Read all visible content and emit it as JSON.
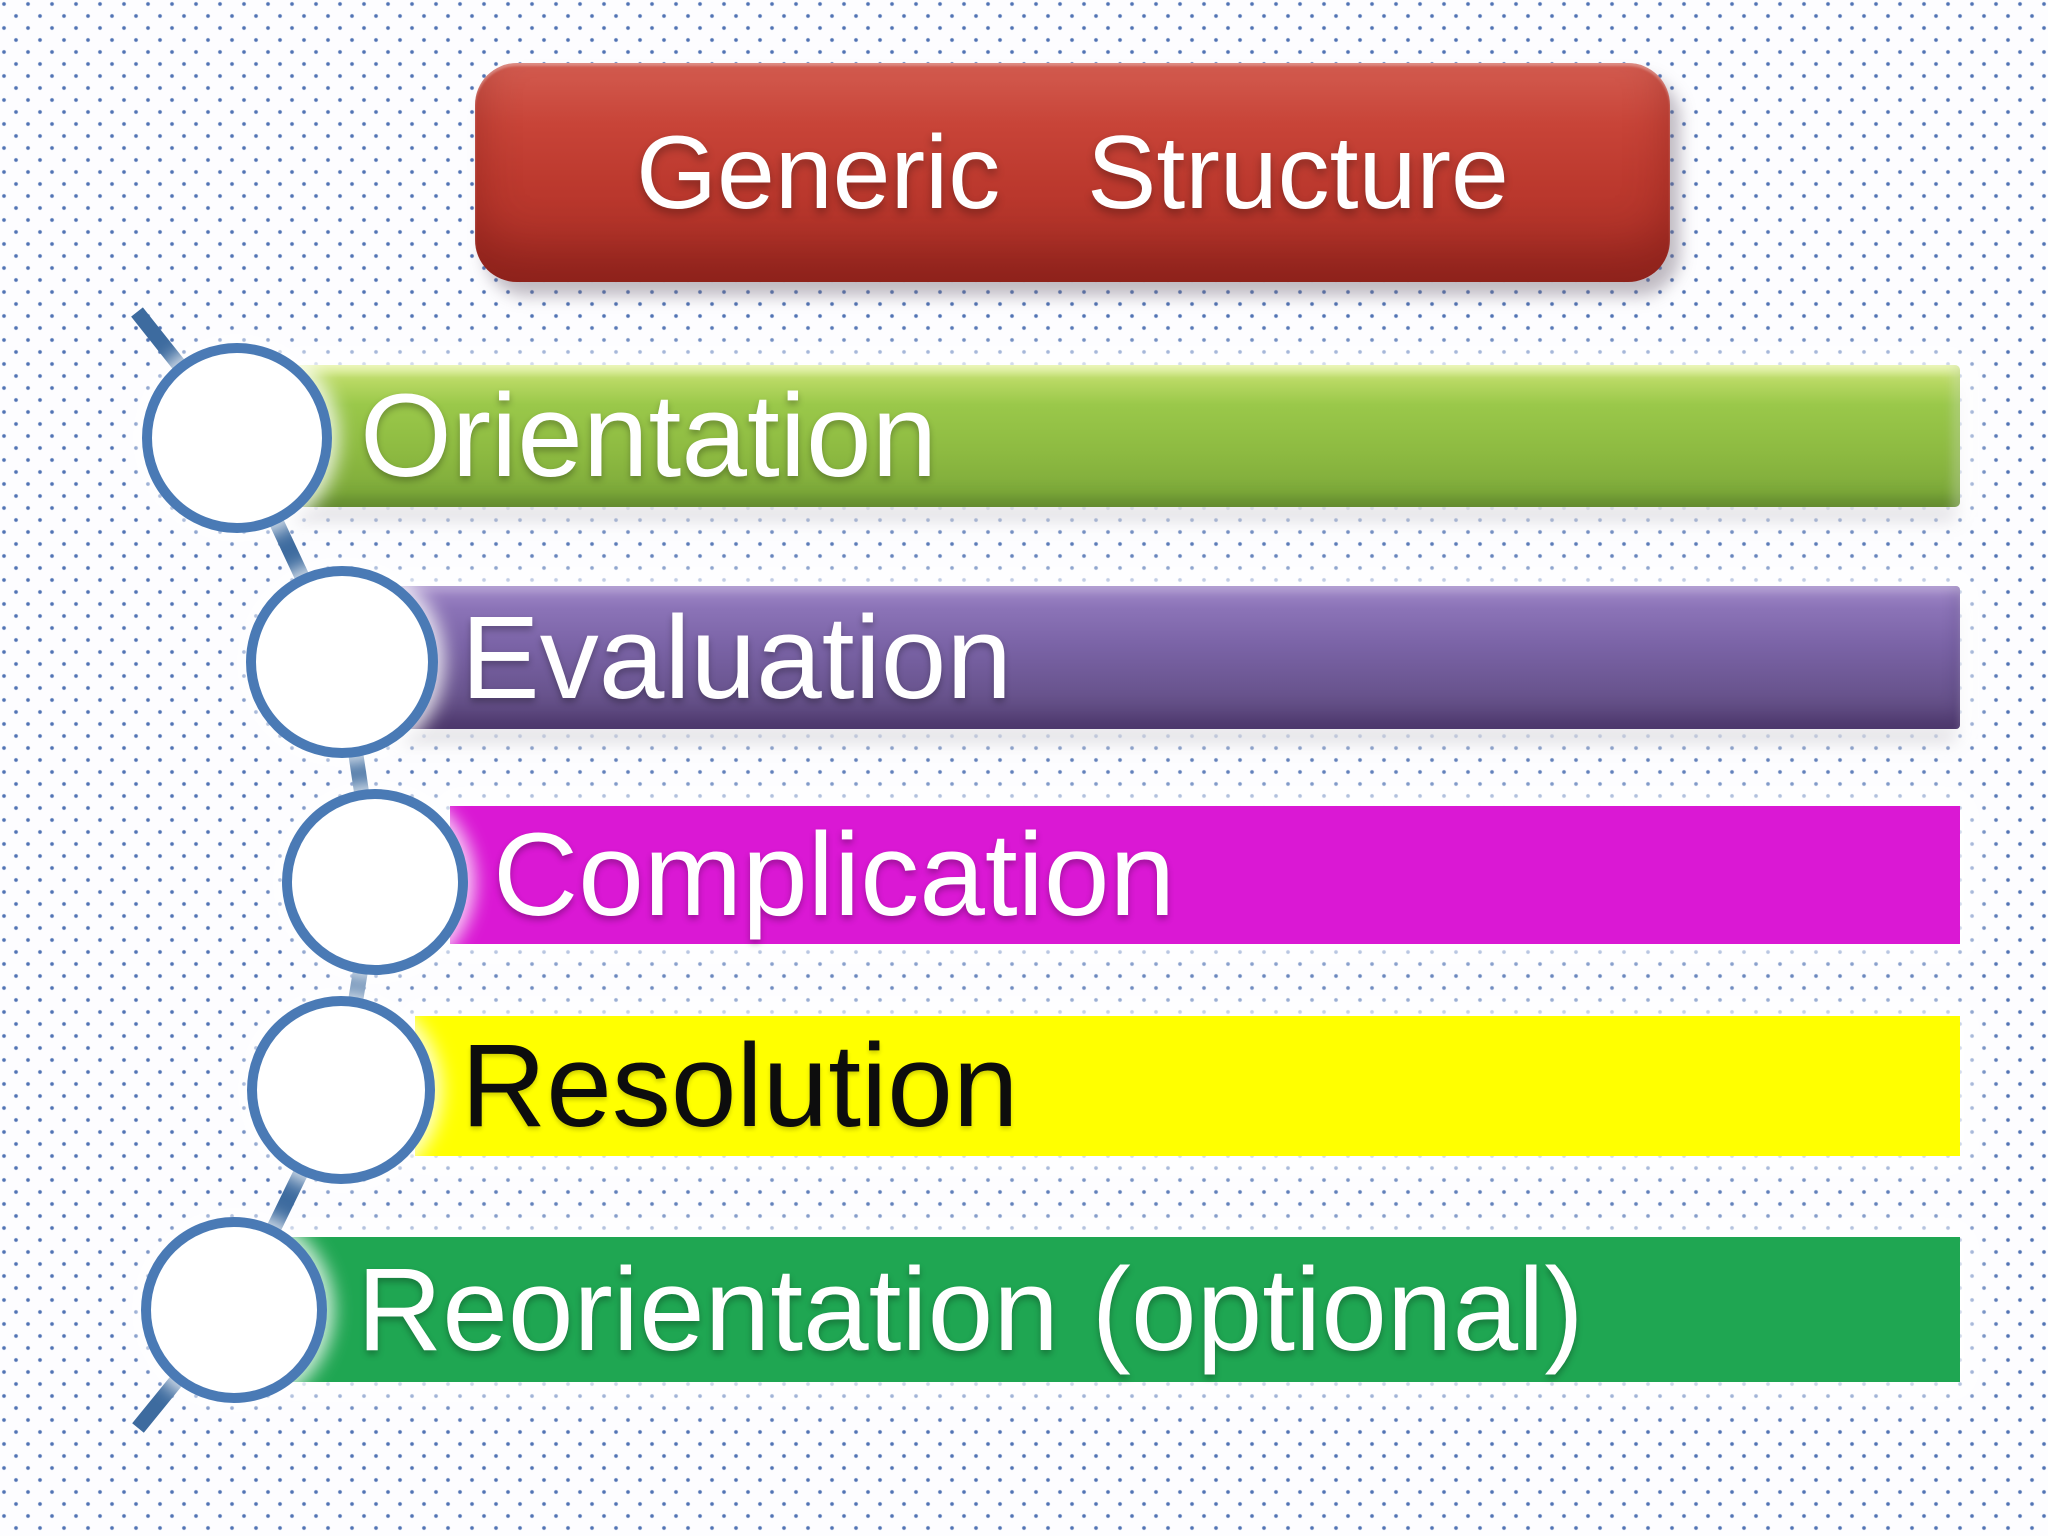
{
  "slide": {
    "title": "Generic   Structure"
  },
  "title_bar": {
    "fill": "#bc392e",
    "text_color": "#ffffff"
  },
  "steps": [
    {
      "label": "Orientation",
      "fill": "#8dba41",
      "text_color": "#ffffff"
    },
    {
      "label": "Evaluation",
      "fill": "#7a63a6",
      "text_color": "#ffffff"
    },
    {
      "label": "Complication",
      "fill": "#da18d4",
      "text_color": "#ffffff"
    },
    {
      "label": "Resolution",
      "fill": "#ffff00",
      "text_color": "#0d0d0d"
    },
    {
      "label": "Reorientation (optional)",
      "fill": "#1fa652",
      "text_color": "#ffffff"
    }
  ],
  "connector": {
    "line_color": "#3d6b9f",
    "node_fill": "#ffffff",
    "node_border_color": "#4a7ab5"
  },
  "background": {
    "base": "#fdfdff",
    "dot_color": "#486cb0"
  }
}
